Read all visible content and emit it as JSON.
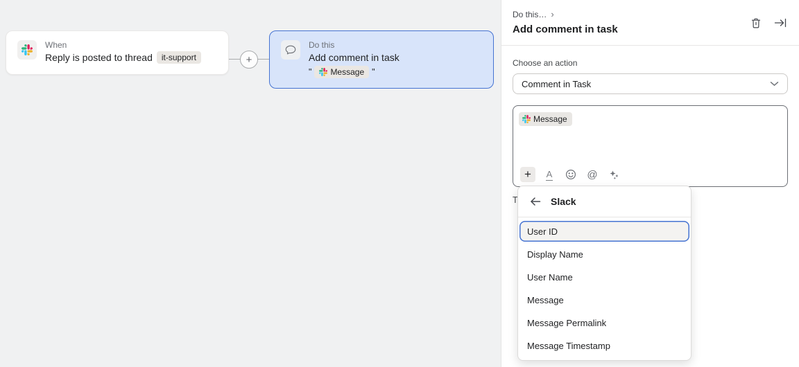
{
  "colors": {
    "accent": "#4573d2",
    "canvas_bg": "#f0f1f2",
    "selected_card_bg": "#d8e4fa",
    "slack_blue": "#36C5F0",
    "slack_green": "#2EB67D",
    "slack_red": "#E01E5A",
    "slack_yellow": "#ECB22E"
  },
  "canvas": {
    "trigger_card": {
      "kicker": "When",
      "title": "Reply is posted to thread",
      "chip": "it-support"
    },
    "connector_plus": "+",
    "action_card": {
      "kicker": "Do this",
      "title": "Add comment in task",
      "quote_open": "\"",
      "chip": "Message",
      "quote_close": "\""
    }
  },
  "panel": {
    "breadcrumb": "Do this…",
    "breadcrumb_chevron": "›",
    "title": "Add comment in task",
    "action_label": "Choose an action",
    "action_value": "Comment in Task",
    "composer": {
      "chip": "Message",
      "toolbar": {
        "plus": "+",
        "format": "A",
        "mention": "@"
      }
    },
    "clipped_label": "T",
    "menu": {
      "header": "Slack",
      "items": [
        {
          "label": "User ID",
          "selected": true
        },
        {
          "label": "Display Name",
          "selected": false
        },
        {
          "label": "User Name",
          "selected": false
        },
        {
          "label": "Message",
          "selected": false
        },
        {
          "label": "Message Permalink",
          "selected": false
        },
        {
          "label": "Message Timestamp",
          "selected": false
        }
      ]
    }
  }
}
